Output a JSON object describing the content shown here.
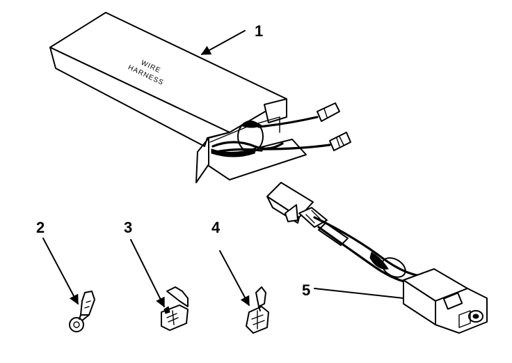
{
  "figure": {
    "box_label_line1": "WIRE",
    "box_label_line2": "HARNESS",
    "callouts": [
      {
        "id": "callout-1",
        "text": "1"
      },
      {
        "id": "callout-2",
        "text": "2"
      },
      {
        "id": "callout-3",
        "text": "3"
      },
      {
        "id": "callout-4",
        "text": "4"
      },
      {
        "id": "callout-5",
        "text": "5"
      }
    ]
  }
}
